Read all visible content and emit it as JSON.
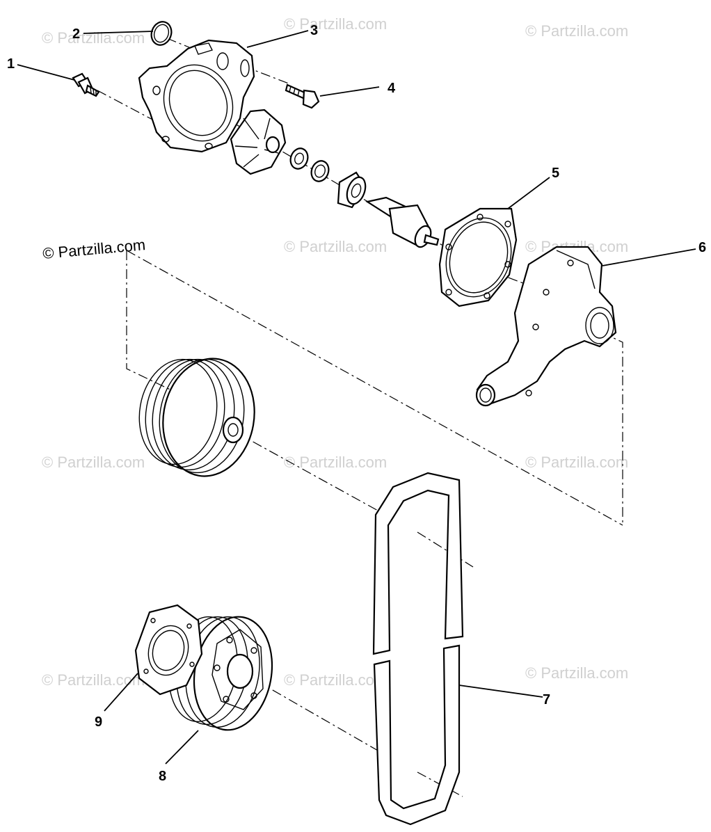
{
  "copyright_label": "© Partzilla.com",
  "watermark_text": "© Partzilla.com",
  "callouts": [
    {
      "id": "1",
      "label": "1"
    },
    {
      "id": "2",
      "label": "2"
    },
    {
      "id": "3",
      "label": "3"
    },
    {
      "id": "4",
      "label": "4"
    },
    {
      "id": "5",
      "label": "5"
    },
    {
      "id": "6",
      "label": "6"
    },
    {
      "id": "7",
      "label": "7"
    },
    {
      "id": "8",
      "label": "8"
    },
    {
      "id": "9",
      "label": "9"
    }
  ],
  "colors": {
    "ink": "#000000",
    "watermark": "#d0d0d0",
    "background": "#ffffff"
  }
}
